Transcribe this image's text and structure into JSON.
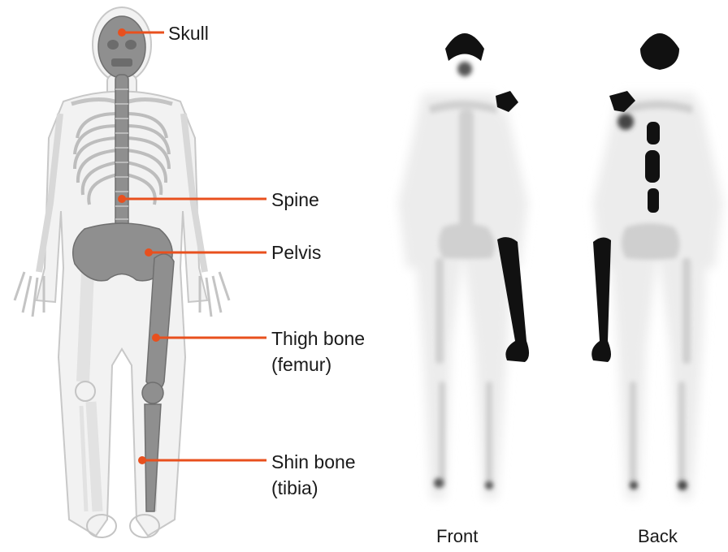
{
  "accent_color": "#e8501e",
  "skeleton": {
    "labels": {
      "skull": "Skull",
      "spine": "Spine",
      "pelvis": "Pelvis",
      "thigh_line1": "Thigh bone",
      "thigh_line2": "(femur)",
      "shin_line1": "Shin bone",
      "shin_line2": "(tibia)"
    }
  },
  "scan": {
    "front_caption": "Front",
    "back_caption": "Back"
  }
}
